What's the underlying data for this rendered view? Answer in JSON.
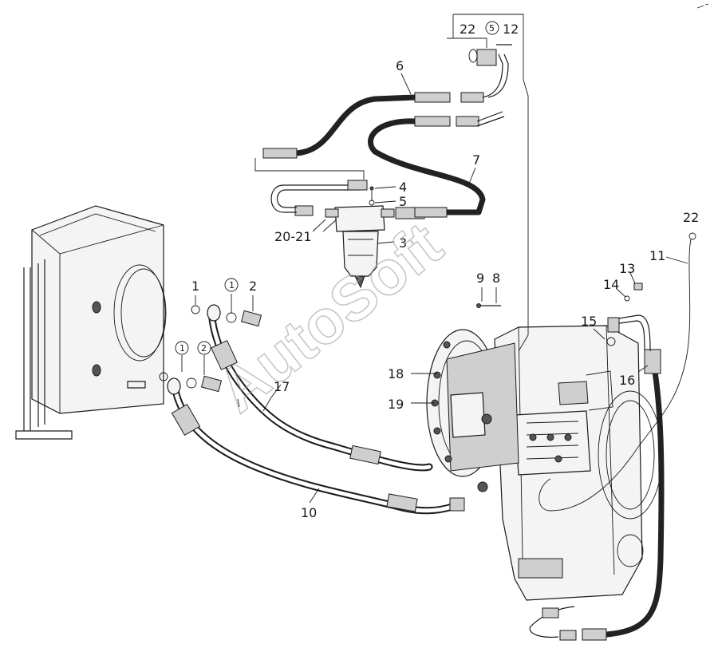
{
  "labels": {
    "p1": "1",
    "p1c": "1",
    "p1c_b": "1",
    "p2": "2",
    "p2c": "2",
    "p3": "3",
    "p4": "4",
    "p5": "5",
    "p5c": "5",
    "p6": "6",
    "p7": "7",
    "p8": "8",
    "p9": "9",
    "p10": "10",
    "p11": "11",
    "p12": "12",
    "p13": "13",
    "p14": "14",
    "p15": "15",
    "p16": "16",
    "p17": "17",
    "p18": "18",
    "p19": "19",
    "p20_21": "20-21",
    "p22_top": "22",
    "p22_right": "22"
  },
  "watermark": "AutoSoft",
  "colors": {
    "ink": "#1a1a1a",
    "paper": "#ffffff",
    "watermark": "#9a9a9a"
  }
}
